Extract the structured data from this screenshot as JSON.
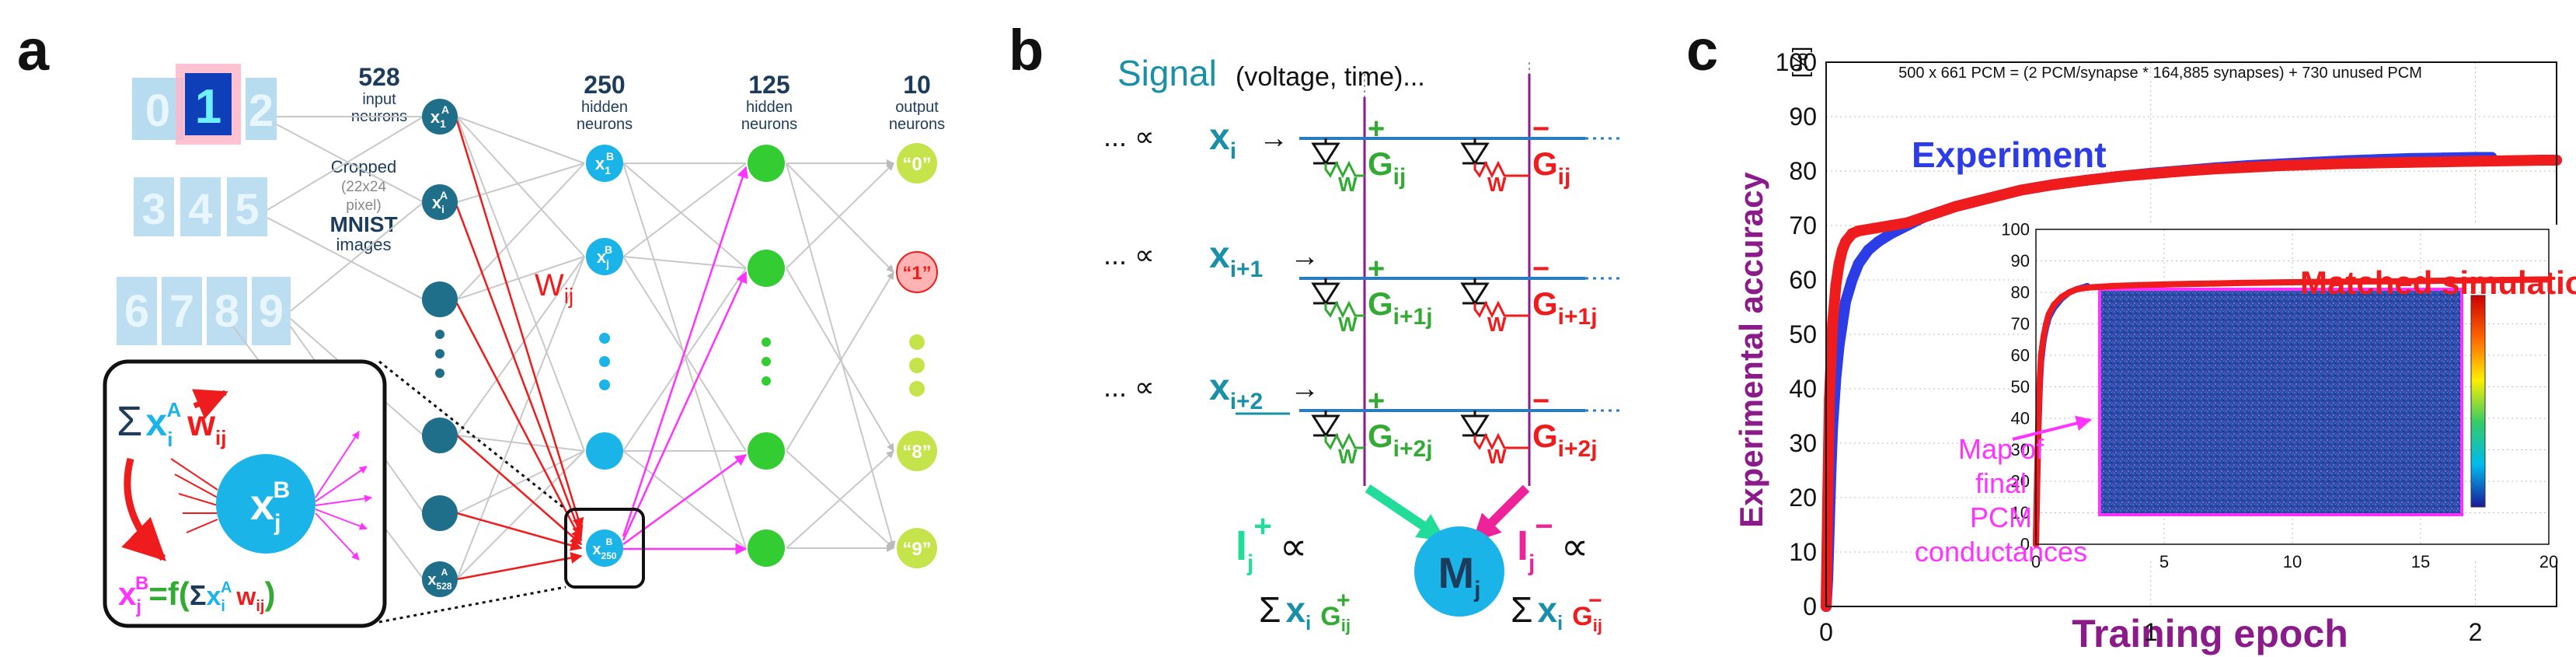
{
  "panels": {
    "a": "a",
    "b": "b",
    "c": "c"
  },
  "colors": {
    "navy": "#1d3c5c",
    "cyan": "#1bb4e8",
    "teal": "#1f6f8b",
    "green": "#33cc33",
    "lime": "#c5e34a",
    "red": "#ee1c1c",
    "magenta": "#ff33ff",
    "blue": "#2c3ce6",
    "purple": "#8b1a8b",
    "signal": "#1a8fa8",
    "mint": "#22dd99",
    "heatmap": "#2b4aa8"
  },
  "panel_a": {
    "digits_row1": [
      "0",
      "1",
      "2"
    ],
    "digits_row2": [
      "3",
      "4",
      "5"
    ],
    "digits_row3": [
      "6",
      "7",
      "8",
      "9"
    ],
    "cropped": [
      "Cropped",
      "(22x24",
      "pixel)"
    ],
    "mnist": "MNIST",
    "images": "images",
    "layers": [
      {
        "count": "528",
        "line1": "input",
        "line2": "neurons"
      },
      {
        "count": "250",
        "line1": "hidden",
        "line2": "neurons"
      },
      {
        "count": "125",
        "line1": "hidden",
        "line2": "neurons"
      },
      {
        "count": "10",
        "line1": "output",
        "line2": "neurons"
      }
    ],
    "input_nodes": [
      {
        "base": "x",
        "sub": "1",
        "sup": "A"
      },
      {
        "base": "x",
        "sub": "i",
        "sup": "A"
      },
      {
        "base": "x",
        "sub": "528",
        "sup": "A"
      }
    ],
    "hidden_nodes": [
      {
        "base": "x",
        "sub": "1",
        "sup": "B"
      },
      {
        "base": "x",
        "sub": "j",
        "sup": "B"
      },
      {
        "base": "x",
        "sub": "250",
        "sup": "B"
      }
    ],
    "output_labels": [
      "“0”",
      "“1”",
      "“8”",
      "“9”"
    ],
    "weight_label": {
      "base": "W",
      "sub": "ij"
    },
    "inset": {
      "sum": "Σ",
      "x": "x",
      "x_sub": "i",
      "x_sup": "A",
      "w": "w",
      "w_sub": "ij",
      "node": "x",
      "node_sub": "j",
      "node_sup": "B",
      "eq_left": "x",
      "eq_sub": "j",
      "eq_sup": "B",
      "eq_mid": "=f(",
      "eq_sum": "Σ",
      "eq_x": "x",
      "eq_x_sub": "i",
      "eq_x_sup": "A",
      "eq_w": "w",
      "eq_w_sub": "ij",
      "eq_close": ")"
    }
  },
  "panel_b": {
    "signal_title": "Signal",
    "signal_paren": "(voltage, time)...",
    "rows": [
      {
        "prefix": "... ∝",
        "x": "x",
        "sub": "i",
        "g_plus": "G",
        "g_plus_sub": "ij",
        "g_minus": "G",
        "g_minus_sub": "ij"
      },
      {
        "prefix": "... ∝",
        "x": "x",
        "sub": "i+1",
        "g_plus": "G",
        "g_plus_sub": "i+1j",
        "g_minus": "G",
        "g_minus_sub": "i+1j"
      },
      {
        "prefix": "... ∝",
        "x": "x",
        "sub": "i+2",
        "g_plus": "G",
        "g_plus_sub": "i+2j",
        "g_minus": "G",
        "g_minus_sub": "i+2j"
      }
    ],
    "plus": "+",
    "minus": "−",
    "w": "W",
    "arrow": "→",
    "m_node": "M",
    "m_sub": "j",
    "i_plus": {
      "base": "I",
      "sub": "j",
      "sup": "+",
      "prop": "∝"
    },
    "i_minus": {
      "base": "I",
      "sub": "j",
      "sup": "−",
      "prop": "∝"
    },
    "sum_plus": {
      "sigma": "Σ",
      "x": "x",
      "x_sub": "i",
      "g": "G",
      "g_sub": "ij",
      "g_sup": "+"
    },
    "sum_minus": {
      "sigma": "Σ",
      "x": "x",
      "x_sub": "i",
      "g": "G",
      "g_sub": "ij",
      "g_sup": "−"
    }
  },
  "chart_data": [
    {
      "type": "scatter",
      "title": "500 x 661 PCM = (2 PCM/synapse * 164,885 synapses) + 730 unused PCM",
      "xlabel": "Training epoch",
      "ylabel": "Experimental accuracy",
      "yunit": "[%]",
      "xlim": [
        0,
        2.25
      ],
      "ylim": [
        0,
        100
      ],
      "xticks": [
        0,
        1,
        2
      ],
      "yticks": [
        0,
        10,
        20,
        30,
        40,
        50,
        60,
        70,
        80,
        90,
        100
      ],
      "grid": true,
      "series": [
        {
          "name": "Experiment",
          "color": "#2c3ce6",
          "x": [
            0,
            0.005,
            0.01,
            0.015,
            0.02,
            0.03,
            0.04,
            0.05,
            0.06,
            0.08,
            0.1,
            0.13,
            0.16,
            0.2,
            0.25,
            0.3,
            0.35,
            0.4,
            0.5,
            0.6,
            0.7,
            0.8,
            0.9,
            1.0,
            1.1,
            1.2,
            1.3,
            1.4,
            1.5,
            1.6,
            1.7,
            1.8,
            1.9,
            2.0,
            2.05
          ],
          "y": [
            0,
            5,
            15,
            25,
            33,
            42,
            48,
            52,
            56,
            60,
            63,
            65.5,
            67,
            68.5,
            70,
            71.5,
            72.5,
            73.5,
            75,
            76.5,
            77.5,
            78.3,
            79,
            79.6,
            80.1,
            80.6,
            81,
            81.3,
            81.6,
            81.9,
            82.1,
            82.3,
            82.4,
            82.5,
            82.5
          ]
        },
        {
          "name": "Matched simulation",
          "color": "#ee1c1c",
          "x": [
            0,
            0.005,
            0.01,
            0.02,
            0.03,
            0.04,
            0.05,
            0.06,
            0.08,
            0.1,
            0.15,
            0.2,
            0.25,
            0.3,
            0.35,
            0.4,
            0.5,
            0.6,
            0.7,
            0.8,
            0.9,
            1.0,
            1.1,
            1.2,
            1.3,
            1.4,
            1.5,
            1.6,
            1.7,
            1.8,
            1.9,
            2.0,
            2.1,
            2.2,
            2.25
          ],
          "y": [
            0,
            20,
            38,
            52,
            59,
            63,
            65.5,
            67,
            68.5,
            69,
            69.5,
            70,
            70.5,
            71.5,
            72.5,
            73.5,
            75,
            76.5,
            77.5,
            78.3,
            79,
            79.5,
            80,
            80.4,
            80.7,
            81,
            81.2,
            81.4,
            81.5,
            81.6,
            81.7,
            81.8,
            81.9,
            82,
            82
          ]
        }
      ]
    },
    {
      "type": "scatter",
      "title": "",
      "xlim": [
        0,
        20
      ],
      "ylim": [
        0,
        100
      ],
      "xticks": [
        0,
        5,
        10,
        15,
        20
      ],
      "yticks": [
        0,
        10,
        20,
        30,
        40,
        50,
        60,
        70,
        80,
        90,
        100
      ],
      "grid": true,
      "series": [
        {
          "name": "Experiment",
          "color": "#2c3ce6",
          "x": [
            0,
            0.05,
            0.1,
            0.15,
            0.2,
            0.3,
            0.4,
            0.5,
            0.7,
            1.0,
            1.3,
            1.6,
            2.0
          ],
          "y": [
            0,
            20,
            38,
            50,
            58,
            65,
            69,
            72,
            75,
            78,
            80,
            81,
            82
          ]
        },
        {
          "name": "Matched simulation",
          "color": "#ee1c1c",
          "x": [
            0,
            0.05,
            0.1,
            0.15,
            0.2,
            0.3,
            0.4,
            0.5,
            0.7,
            1.0,
            1.3,
            1.6,
            2.0,
            3,
            4,
            5,
            6,
            7,
            8,
            9,
            10,
            11,
            12,
            13,
            14,
            15,
            16,
            17,
            18,
            19,
            20
          ],
          "y": [
            0,
            22,
            40,
            52,
            60,
            66,
            70,
            73,
            76,
            78.5,
            80,
            81,
            81.5,
            82,
            82.3,
            82.5,
            82.7,
            82.8,
            83,
            83.1,
            83.2,
            83.3,
            83.4,
            83.5,
            83.5,
            83.6,
            83.7,
            83.8,
            83.9,
            84,
            84.1
          ]
        }
      ]
    }
  ],
  "panel_c": {
    "experiment_label": "Experiment",
    "simulation_label": "Matched simulation",
    "map_label": [
      "Map of",
      "final",
      "PCM",
      "conductances"
    ]
  }
}
